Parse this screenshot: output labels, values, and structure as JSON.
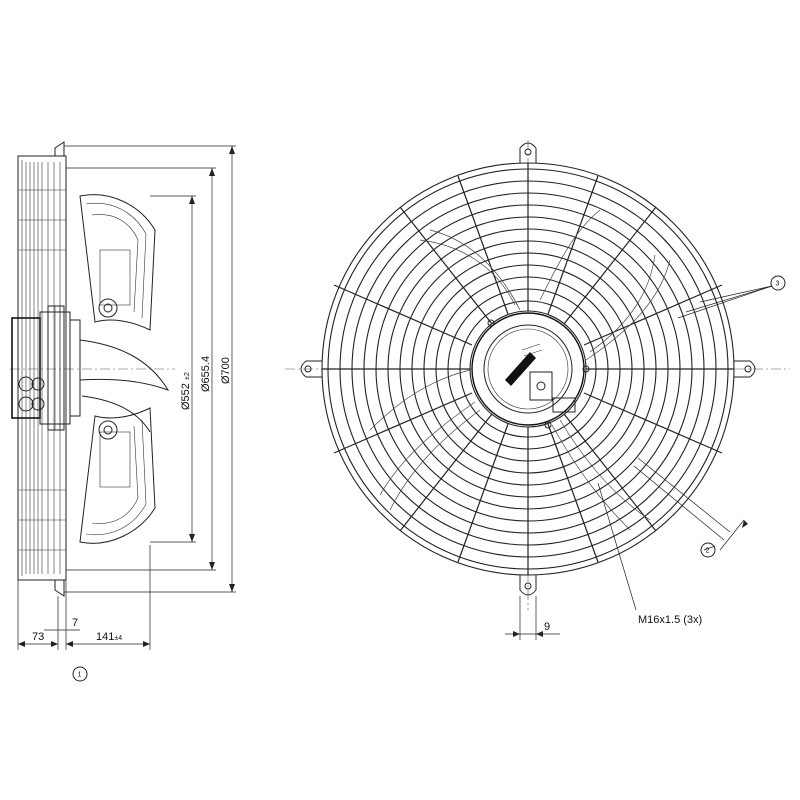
{
  "dimensions": {
    "d1": "Ø552",
    "d1_tol": "±2",
    "d2": "Ø655.4",
    "d3": "Ø700",
    "w1": "73",
    "w2": "7",
    "w3": "141",
    "w3_tol": "±4",
    "w4": "9",
    "thread": "M16x1.5 (3x)"
  },
  "callouts": {
    "c1": "1",
    "c2": "2",
    "c3": "3"
  },
  "colors": {
    "line": "#222222",
    "background": "#ffffff"
  }
}
